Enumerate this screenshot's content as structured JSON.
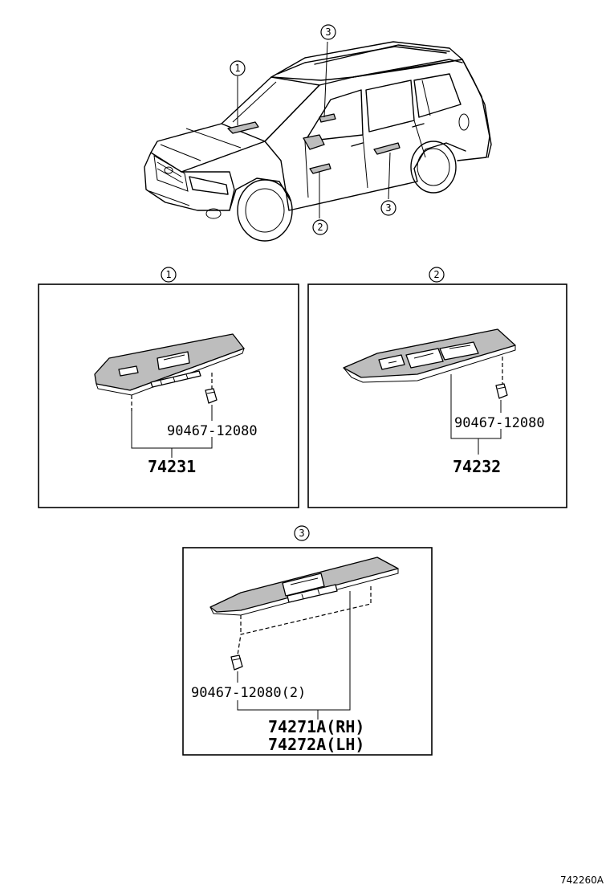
{
  "callouts": {
    "vehicle": [
      "1",
      "3",
      "2",
      "3"
    ],
    "section_1": "1",
    "section_2": "2",
    "section_3": "3"
  },
  "section_1": {
    "clip_part": "90467-12080",
    "panel_part": "74231"
  },
  "section_2": {
    "clip_part": "90467-12080",
    "panel_part": "74232"
  },
  "section_3": {
    "clip_part": "90467-12080(2)",
    "panel_part_rh": "74271A(RH)",
    "panel_part_lh": "74272A(LH)"
  },
  "diagram_code": "742260A"
}
